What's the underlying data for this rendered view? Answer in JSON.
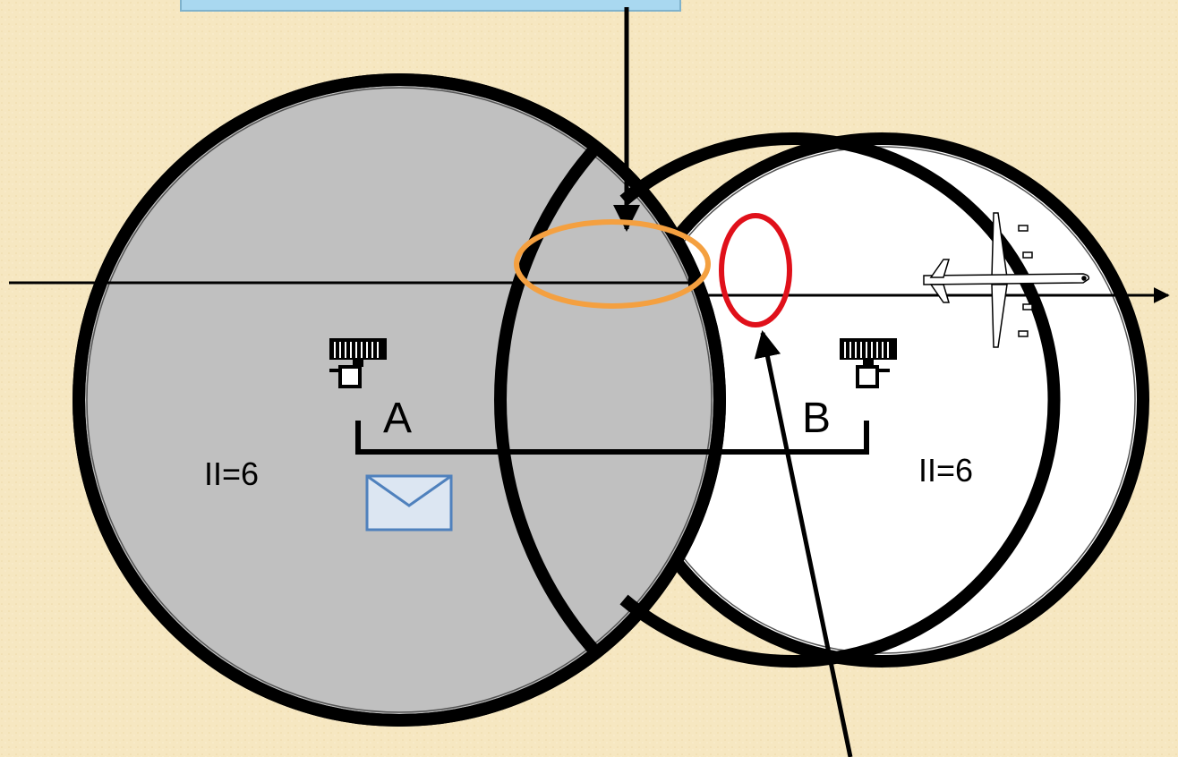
{
  "diagram": {
    "radar_a": {
      "letter": "A",
      "ii_label": "II=6"
    },
    "radar_b": {
      "letter": "B",
      "ii_label": "II=6"
    },
    "icons": {
      "aircraft": "airplane-icon",
      "message": "envelope-icon",
      "radar_antenna": "radar-antenna-icon"
    },
    "colors": {
      "background": "#F6E7C1",
      "coverage_a_fill": "#C0C0C0",
      "coverage_b_fill": "#FFFFFF",
      "orange_region": "#F4A040",
      "red_region": "#E0101A",
      "callout_box": "#A9D8F0",
      "envelope_fill": "#DCE6F2",
      "envelope_stroke": "#4F81BD"
    }
  }
}
